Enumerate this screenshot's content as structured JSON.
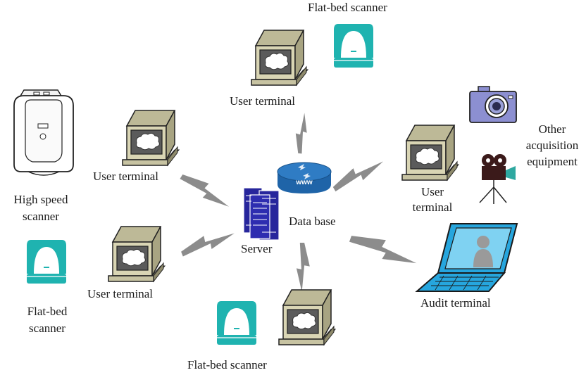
{
  "labels": {
    "flatbed_top": "Flat-bed scanner",
    "user_terminal_top": "User terminal",
    "user_terminal_left": "User terminal",
    "user_terminal_right_line1": "User",
    "user_terminal_right_line2": "terminal",
    "user_terminal_bottom_left": "User terminal",
    "high_speed_line1": "High speed",
    "high_speed_line2": "scanner",
    "flatbed_left_line1": "Flat-bed",
    "flatbed_left_line2": "scanner",
    "flatbed_bottom": "Flat-bed scanner",
    "other_line1": "Other",
    "other_line2": "acquisition",
    "other_line3": "equipment",
    "audit_terminal": "Audit terminal",
    "database": "Data base",
    "server": "Server",
    "www": "www"
  },
  "colors": {
    "bolt": "#8c8c8c",
    "scanner_teal": "#1fb3b0",
    "server_blue": "#27269c",
    "database_blue": "#1f64a8",
    "terminal_beige": "#d9d5b4",
    "laptop_blue": "#26a6de",
    "camera_lilac": "#8c8fd1"
  }
}
